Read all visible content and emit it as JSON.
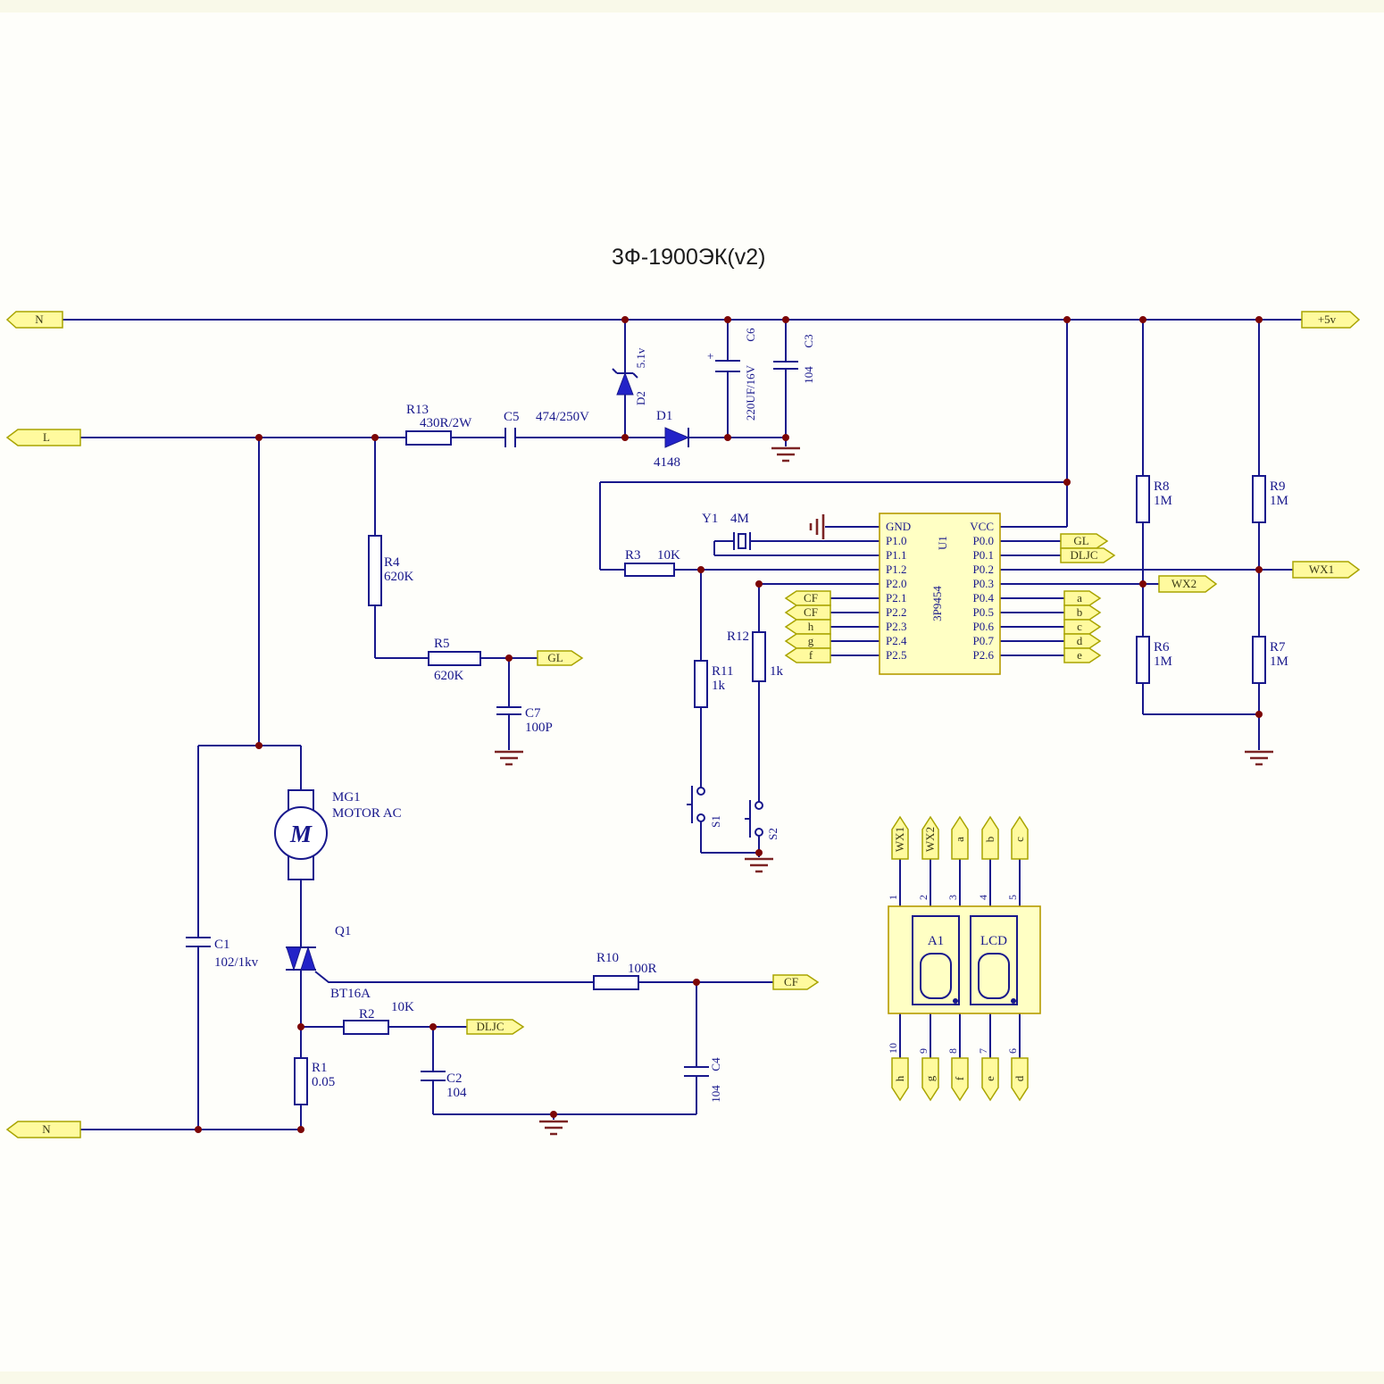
{
  "title": "3Ф-1900ЭК(v2)",
  "colors": {
    "wire": "#18188c",
    "flag_fill": "#fffa9e",
    "flag_border": "#a9a400",
    "chip_fill": "#ffffc4",
    "junction_dot": "#7c0606",
    "ground": "#7c2424"
  },
  "flags": {
    "n_top": "N",
    "plus5v": "+5v",
    "l": "L",
    "n_bottom": "N",
    "gl_out": "GL",
    "cf_out": "CF",
    "dljc_out": "DLJC",
    "wx1": "WX1",
    "wx2": "WX2",
    "gl_pin": "GL",
    "dljc_pin": "DLJC",
    "cf_p21": "CF",
    "cf_p22": "CF",
    "h_pin": "h",
    "g_pin": "g",
    "f_pin": "f",
    "seg_a": "a",
    "seg_b": "b",
    "seg_c": "c",
    "seg_d": "d",
    "seg_e": "e",
    "lcd_top": [
      "WX1",
      "WX2",
      "a",
      "b",
      "c"
    ],
    "lcd_bottom": [
      "h",
      "g",
      "f",
      "e",
      "d"
    ]
  },
  "components": {
    "r13": {
      "ref": "R13",
      "value": "430R/2W"
    },
    "c5": {
      "ref": "C5",
      "value": "474/250V"
    },
    "d2": {
      "ref": "D2",
      "value": "5.1v"
    },
    "d1": {
      "ref": "D1",
      "value": "4148"
    },
    "c6": {
      "ref": "C6",
      "value": "220UF/16V",
      "polarity": "+"
    },
    "c3": {
      "ref": "C3",
      "value": "104"
    },
    "r4": {
      "ref": "R4",
      "value": "620K"
    },
    "r5": {
      "ref": "R5",
      "value": "620K"
    },
    "c7": {
      "ref": "C7",
      "value": "100P"
    },
    "mg1": {
      "ref": "MG1",
      "value": "MOTOR AC",
      "symbol": "M"
    },
    "c1": {
      "ref": "C1",
      "value": "102/1kv"
    },
    "q1": {
      "ref": "Q1",
      "value": "BT16A"
    },
    "r1": {
      "ref": "R1",
      "value": "0.05"
    },
    "r2": {
      "ref": "R2",
      "value": "10K"
    },
    "c2": {
      "ref": "C2",
      "value": "104"
    },
    "r10": {
      "ref": "R10",
      "value": "100R"
    },
    "c4": {
      "ref": "C4",
      "value": "104"
    },
    "r3": {
      "ref": "R3",
      "value": "10K"
    },
    "y1": {
      "ref": "Y1",
      "value": "4M"
    },
    "r11": {
      "ref": "R11",
      "value": "1k"
    },
    "r12": {
      "ref": "R12",
      "value": "1k"
    },
    "s1": {
      "ref": "S1"
    },
    "s2": {
      "ref": "S2"
    },
    "r8": {
      "ref": "R8",
      "value": "1M"
    },
    "r9": {
      "ref": "R9",
      "value": "1M"
    },
    "r6": {
      "ref": "R6",
      "value": "1M"
    },
    "r7": {
      "ref": "R7",
      "value": "1M"
    }
  },
  "u1": {
    "ref": "U1",
    "part": "3P9454",
    "left_pins": [
      "GND",
      "P1.0",
      "P1.1",
      "P1.2",
      "P2.0",
      "P2.1",
      "P2.2",
      "P2.3",
      "P2.4",
      "P2.5"
    ],
    "right_pins": [
      "VCC",
      "P0.0",
      "P0.1",
      "P0.2",
      "P0.3",
      "P0.4",
      "P0.5",
      "P0.6",
      "P0.7",
      "P2.6"
    ]
  },
  "a1": {
    "ref": "A1",
    "label": "LCD",
    "top_pins": [
      "1",
      "2",
      "3",
      "4",
      "5"
    ],
    "bottom_pins": [
      "10",
      "9",
      "8",
      "7",
      "6"
    ]
  }
}
